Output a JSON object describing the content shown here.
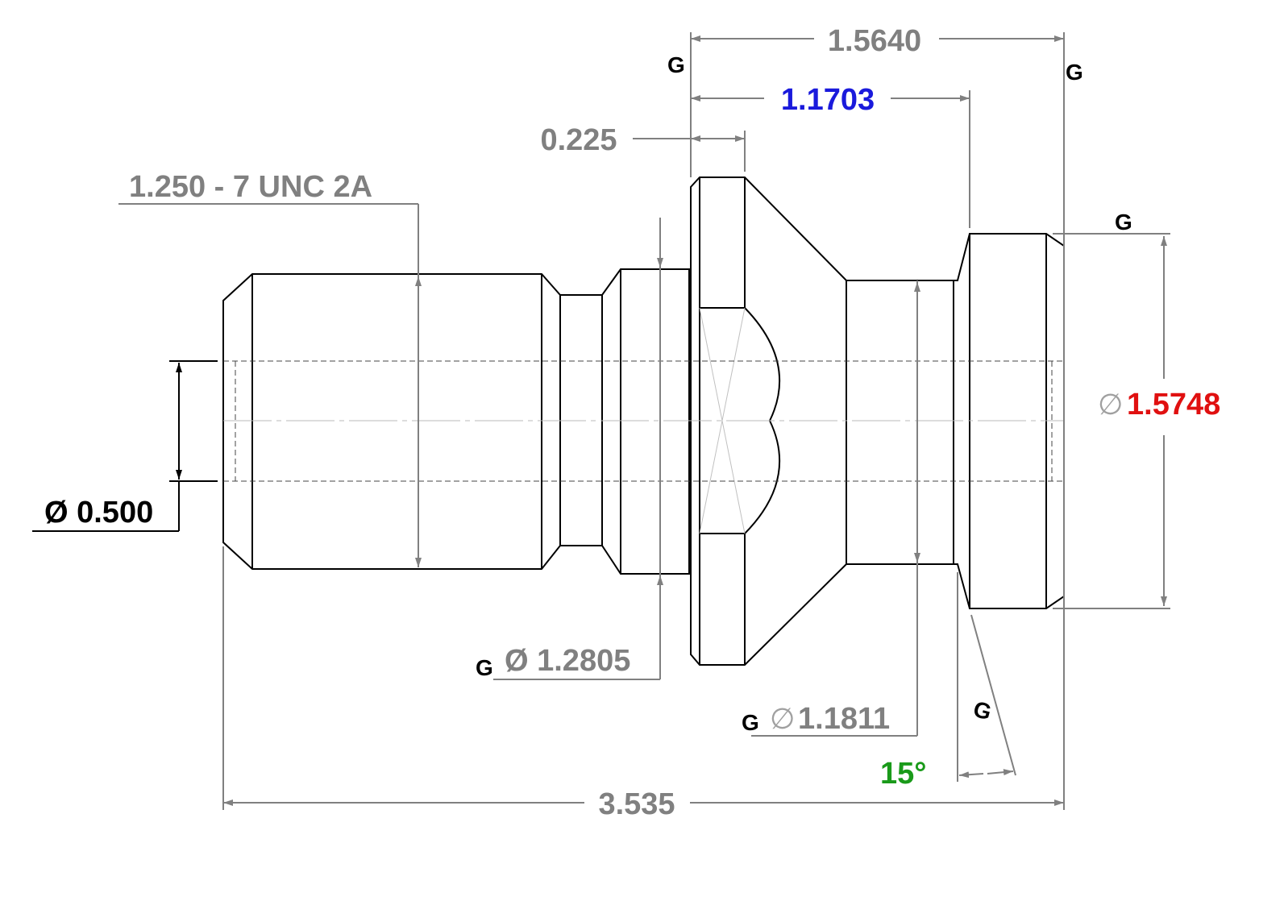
{
  "colors": {
    "dimension": "#808080",
    "part_outline": "#000000",
    "highlight_blue": "#1a1adc",
    "highlight_red": "#e01010",
    "highlight_green": "#1a9a1a"
  },
  "dimensions": {
    "overall_flange_length": "1.5640",
    "gauge_length": "1.1703",
    "collar_width": "0.225",
    "thread_spec": "1.250 - 7 UNC 2A",
    "bore_diameter": "Ø 0.500",
    "pilot_diameter": "Ø 1.2805",
    "neck_diameter": "1.1811",
    "head_diameter": "1.5748",
    "taper_angle": "15°",
    "overall_length": "3.535"
  },
  "symbols": {
    "diameter": "∅",
    "gauge_mark": "G"
  }
}
